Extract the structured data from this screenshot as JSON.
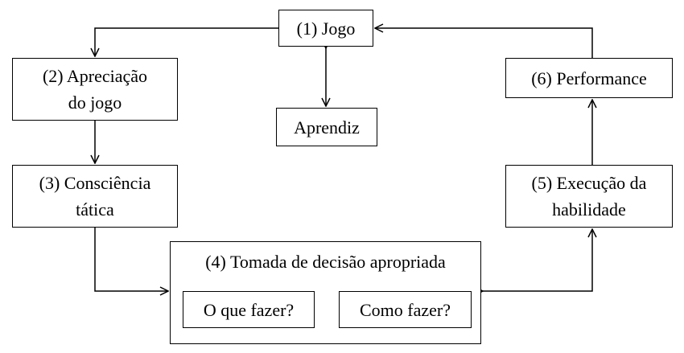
{
  "nodes": {
    "jogo": "(1) Jogo",
    "apreciacao": [
      "(2) Apreciação",
      "do jogo"
    ],
    "consciencia": [
      "(3) Consciência",
      "tática"
    ],
    "decisao": "(4) Tomada de decisão apropriada",
    "que_fazer": "O que fazer?",
    "como_fazer": "Como fazer?",
    "execucao": [
      "(5) Execução da",
      "habilidade"
    ],
    "performance": "(6) Performance",
    "aprendiz": "Aprendiz"
  }
}
